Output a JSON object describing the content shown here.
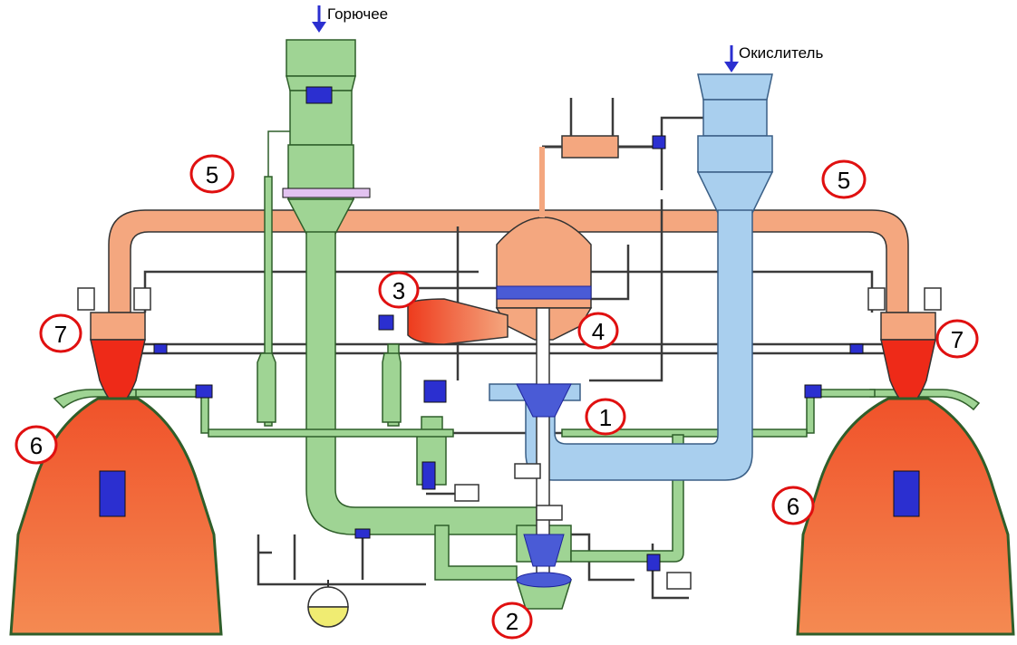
{
  "labels": {
    "fuel": "Горючее",
    "oxidizer": "Окислитель"
  },
  "callouts": {
    "c1": "1",
    "c2": "2",
    "c3": "3",
    "c4": "4",
    "c5_left": "5",
    "c5_right": "5",
    "c6_left": "6",
    "c6_right": "6",
    "c7_left": "7",
    "c7_right": "7"
  },
  "colors": {
    "fuel_line": "#9fd494",
    "oxidizer_line": "#a9cfee",
    "hot_gas_duct": "#f4a77f",
    "combustion": "#f0522a",
    "nozzle": "#f26d3d",
    "valve": "#2b2fd0",
    "callout_ring": "#e01010"
  }
}
